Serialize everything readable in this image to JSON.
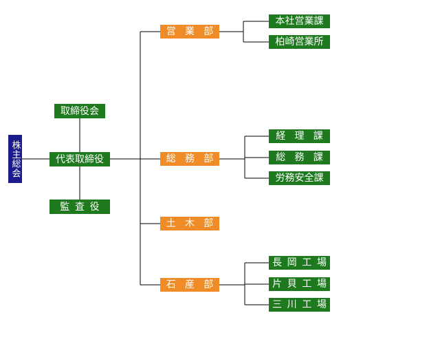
{
  "colors": {
    "green": "#1f7a1f",
    "orange": "#f08c28",
    "navy": "#1c1c8c",
    "line": "#000000"
  },
  "org": {
    "shareholders": "株主総会",
    "board": "取締役会",
    "president": "代表取締役",
    "auditor": "監査役",
    "departments": {
      "sales": {
        "name": "営業部",
        "sections": [
          "本社営業課",
          "柏崎営業所"
        ]
      },
      "general_affairs": {
        "name": "総務部",
        "sections": [
          "経理課",
          "総務課",
          "労務安全課"
        ]
      },
      "civil_engineering": {
        "name": "土木部"
      },
      "stone_production": {
        "name": "石産部",
        "sections": [
          "長岡工場",
          "片貝工場",
          "三川工場"
        ]
      }
    }
  }
}
